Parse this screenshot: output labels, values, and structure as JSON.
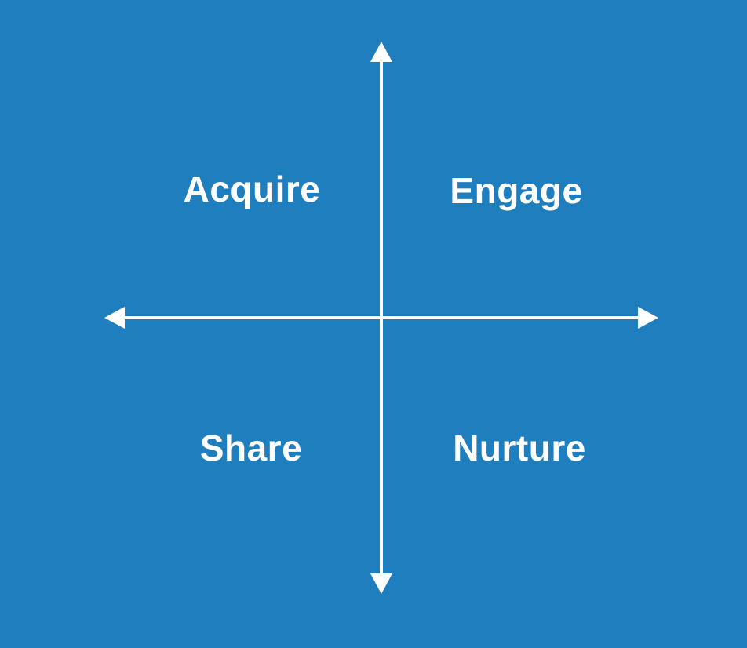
{
  "diagram": {
    "title": "quadrant-diagram",
    "colors": {
      "background": "#1f7ebd",
      "axis": "#ffffff",
      "label_text": "#ffffff"
    },
    "quadrants": {
      "top_left": "Acquire",
      "top_right": "Engage",
      "bottom_left": "Share",
      "bottom_right": "Nurture"
    },
    "icons": {
      "arrow_up": "arrowhead-up-icon",
      "arrow_down": "arrowhead-down-icon",
      "arrow_left": "arrowhead-left-icon",
      "arrow_right": "arrowhead-right-icon"
    }
  }
}
